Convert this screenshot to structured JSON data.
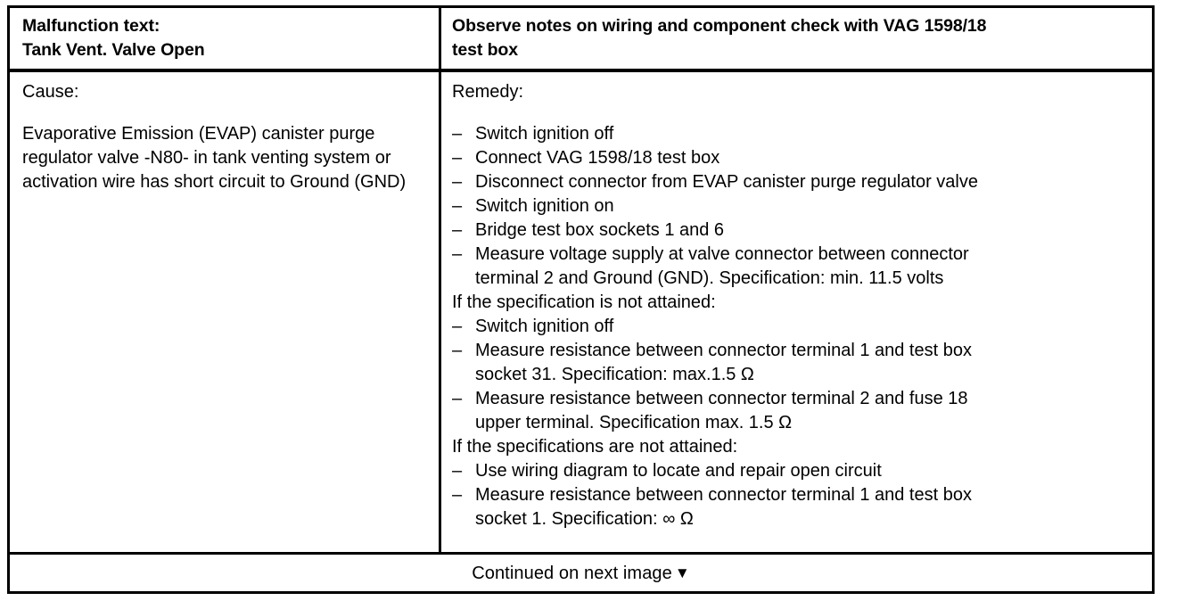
{
  "document": {
    "type": "malfunction-diagnostic-table"
  },
  "header": {
    "left": {
      "label": "Malfunction text:",
      "value": "Tank Vent. Valve Open"
    },
    "right": {
      "line1": "Observe notes on wiring and component check with VAG 1598/18",
      "line2": "test box"
    }
  },
  "body": {
    "cause": {
      "title": "Cause:",
      "text": "Evaporative Emission (EVAP) canister purge regulator valve -N80- in tank venting system or activation wire has short circuit to Ground (GND)"
    },
    "remedy": {
      "title": "Remedy:",
      "items": [
        {
          "marker": "–",
          "text": "Switch ignition off",
          "continuation": ""
        },
        {
          "marker": "–",
          "text": "Connect VAG 1598/18 test box",
          "continuation": ""
        },
        {
          "marker": "–",
          "text": "Disconnect connector from EVAP canister purge regulator valve",
          "continuation": ""
        },
        {
          "marker": "–",
          "text": "Switch ignition on",
          "continuation": ""
        },
        {
          "marker": "–",
          "text": "Bridge test box sockets 1 and 6",
          "continuation": ""
        },
        {
          "marker": "–",
          "text": "Measure voltage supply at valve connector between connector",
          "continuation": "terminal 2 and Ground (GND).  Specification: min. 11.5 volts"
        },
        {
          "marker": "",
          "text": "If the specification is not attained:",
          "continuation": ""
        },
        {
          "marker": "–",
          "text": "Switch ignition off",
          "continuation": ""
        },
        {
          "marker": "–",
          "text": "Measure resistance between connector terminal 1 and test box",
          "continuation": "socket 31.  Specification: max.1.5 Ω"
        },
        {
          "marker": "–",
          "text": "Measure resistance between connector terminal 2 and fuse 18",
          "continuation": "upper terminal.  Specification max. 1.5 Ω"
        },
        {
          "marker": "",
          "text": "If the specifications are not attained:",
          "continuation": ""
        },
        {
          "marker": "–",
          "text": "Use wiring diagram to locate and repair open circuit",
          "continuation": ""
        },
        {
          "marker": "–",
          "text": "Measure resistance between connector terminal 1 and test box",
          "continuation": "socket 1.  Specification: ∞ Ω"
        }
      ]
    }
  },
  "footer": {
    "text": "Continued on next image",
    "icon": "▼"
  },
  "colors": {
    "border": "#000000",
    "text": "#000000",
    "background": "#ffffff"
  }
}
